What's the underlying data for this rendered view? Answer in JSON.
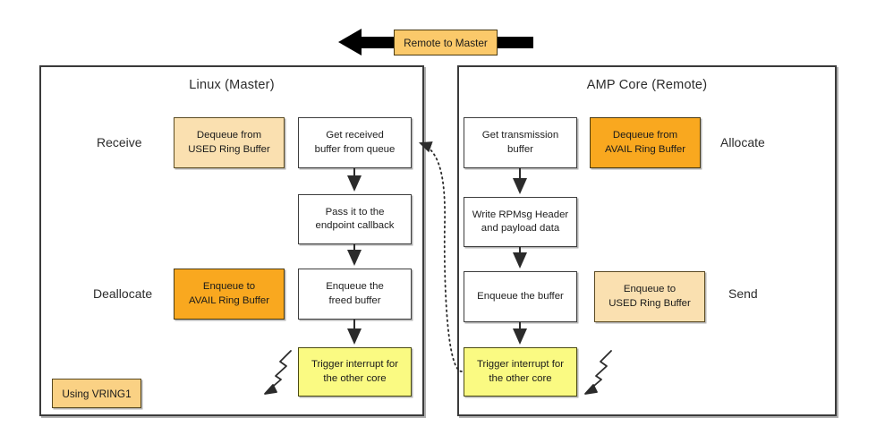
{
  "diagram": {
    "top_arrow": {
      "label": "Remote to Master",
      "direction": "left"
    },
    "panels": [
      {
        "id": "master",
        "title": "Linux (Master)",
        "side_labels": [
          "Receive",
          "Deallocate"
        ],
        "ring_boxes": [
          {
            "label": "Dequeue from\nUSED Ring Buffer",
            "line1": "Dequeue from",
            "line2": "USED Ring Buffer",
            "fill": "cream"
          },
          {
            "label": "Enqueue to\nAVAIL Ring Buffer",
            "line1": "Enqueue to",
            "line2": "AVAIL Ring Buffer",
            "fill": "orange"
          }
        ],
        "steps": [
          {
            "line1": "Get received",
            "line2": "buffer from queue",
            "fill": "white"
          },
          {
            "line1": "Pass it to the",
            "line2": "endpoint callback",
            "fill": "white"
          },
          {
            "line1": "Enqueue the",
            "line2": "freed buffer",
            "fill": "white"
          },
          {
            "line1": "Trigger interrupt for",
            "line2": "the other core",
            "fill": "yellow"
          }
        ]
      },
      {
        "id": "remote",
        "title": "AMP Core (Remote)",
        "side_labels": [
          "Allocate",
          "Send"
        ],
        "ring_boxes": [
          {
            "label": "Dequeue from\nAVAIL Ring Buffer",
            "line1": "Dequeue from",
            "line2": "AVAIL Ring Buffer",
            "fill": "orange"
          },
          {
            "label": "Enqueue to\nUSED Ring Buffer",
            "line1": "Enqueue to",
            "line2": "USED Ring Buffer",
            "fill": "cream"
          }
        ],
        "steps": [
          {
            "line1": "Get transmission",
            "line2": "buffer",
            "fill": "white"
          },
          {
            "line1": "Write RPMsg Header",
            "line2": "and payload data",
            "fill": "white"
          },
          {
            "line1": "Enqueue the buffer",
            "line2": "",
            "fill": "white"
          },
          {
            "line1": "Trigger interrupt for",
            "line2": "the other core",
            "fill": "yellow"
          }
        ]
      }
    ],
    "legend": {
      "label": "Using VRING1"
    },
    "colors": {
      "cream": "#FAE0B0",
      "orange": "#F9A81F",
      "yellow": "#FAFA82",
      "legend_fill": "#FAD184",
      "arrow_label_fill": "#FBC96A",
      "border": "#3A3A3A",
      "text": "#1D1D1D",
      "background": "#FFFFFF"
    },
    "connectors": {
      "interrupt_link": "dotted curve from remote trigger-interrupt box to master get-received-buffer box",
      "lightning_master": "lightning bolt arrow pointing down-left from master trigger interrupt box",
      "lightning_remote": "lightning bolt arrow pointing down-left from remote trigger interrupt box"
    }
  }
}
